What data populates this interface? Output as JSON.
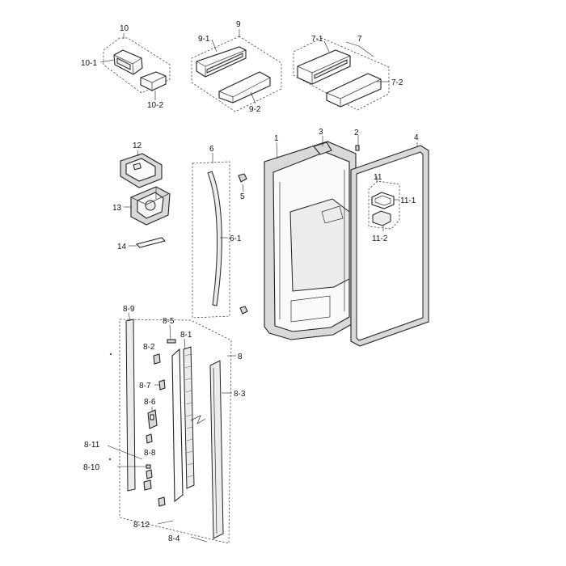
{
  "callouts": {
    "c10": "10",
    "c10_1": "10-1",
    "c10_2": "10-2",
    "c9": "9",
    "c9_1": "9-1",
    "c9_2": "9-2",
    "c7": "7",
    "c7_1": "7-1",
    "c7_2": "7-2",
    "c12": "12",
    "c13": "13",
    "c14": "14",
    "c6": "6",
    "c6_1": "6-1",
    "c5": "5",
    "c1": "1",
    "c3": "3",
    "c2": "2",
    "c4": "4",
    "c11": "11",
    "c11_1": "11-1",
    "c11_2": "11-2",
    "c8": "8",
    "c8_1": "8-1",
    "c8_2": "8-2",
    "c8_3": "8-3",
    "c8_4": "8-4",
    "c8_5": "8-5",
    "c8_6": "8-6",
    "c8_7": "8-7",
    "c8_8": "8-8",
    "c8_9": "8-9",
    "c8_10": "8-10",
    "c8_11": "8-11",
    "c8_12": "8-12"
  }
}
